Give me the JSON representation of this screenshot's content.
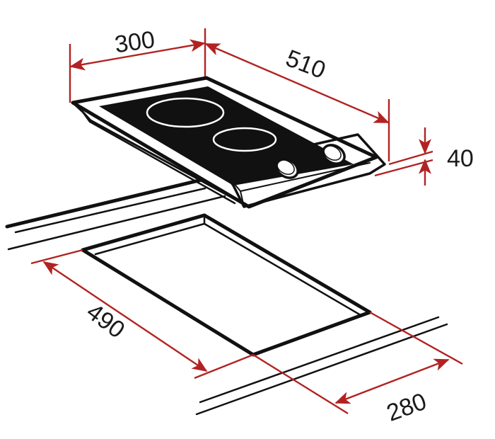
{
  "diagram": {
    "subject": "Domino ceramic hob with 2 cooking zones and 2 control knobs, built-in cutout dimensions",
    "units": "mm",
    "colors": {
      "dimension_lines": "#b22222",
      "outline": "#111111",
      "glass_top": "#111111",
      "background": "#ffffff"
    },
    "appliance": {
      "cooking_zones": 2,
      "control_knobs": 2
    },
    "dimensions": {
      "width": {
        "label": "300",
        "value": 300
      },
      "depth": {
        "label": "510",
        "value": 510
      },
      "height": {
        "label": "40",
        "value": 40
      },
      "cutout_depth": {
        "label": "490",
        "value": 490
      },
      "cutout_width": {
        "label": "280",
        "value": 280
      }
    }
  }
}
